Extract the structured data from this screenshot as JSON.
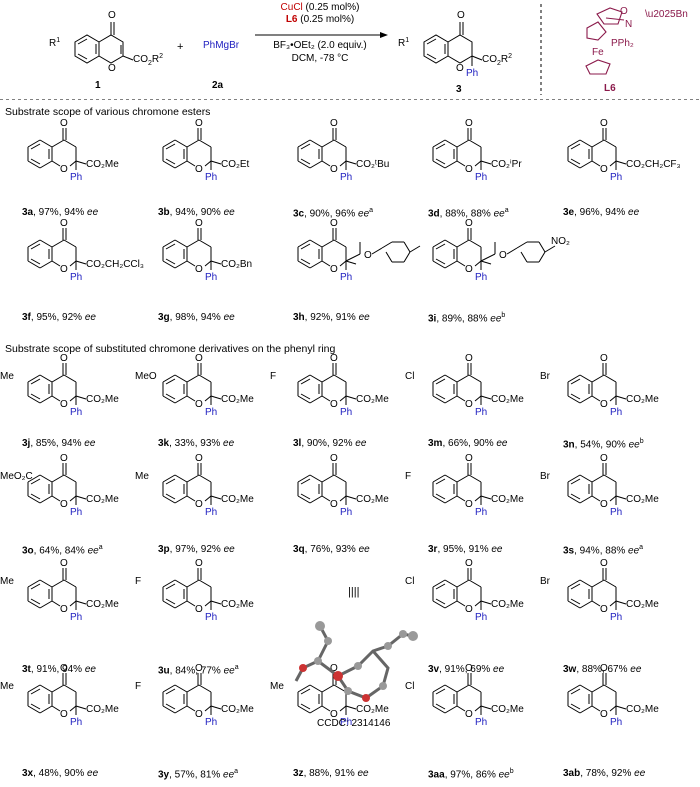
{
  "scheme": {
    "reactant1_label": "1",
    "reactant1_r1": "R",
    "reactant1_sup": "1",
    "reactant1_ester": "CO",
    "reactant1_ester_sub": "2",
    "reactant1_ester_r": "R",
    "reactant1_ester_sup": "2",
    "plus": "+",
    "reagent2": "PhMgBr",
    "reagent2_label": "2a",
    "cond_line1_cat": "CuCl",
    "cond_line1_amt": "(0.25 mol%)",
    "cond_line2_lig": "L6",
    "cond_line2_amt": "(0.25 mol%)",
    "cond_line3": "BF₃•OEt₂ (2.0 equiv.)",
    "cond_line4": "DCM, -78 °C",
    "product_label": "3",
    "product_ph": "Ph",
    "ligand_label": "L6",
    "ligand_bn": "Bn",
    "ligand_pph2": "PPh₂",
    "ligand_fe": "Fe"
  },
  "sections": [
    {
      "title": "Substrate scope of various chromone esters"
    },
    {
      "title": "Substrate scope of substituted chromone derivatives on the phenyl ring"
    }
  ],
  "compounds": [
    {
      "id": "3a",
      "text": ", 97%, 94% ",
      "ee": "ee",
      "sup": "",
      "sub": "",
      "ester": "CO₂Me"
    },
    {
      "id": "3b",
      "text": ", 94%, 90% ",
      "ee": "ee",
      "sup": "",
      "sub": "",
      "ester": "CO₂Et"
    },
    {
      "id": "3c",
      "text": ", 90%, 96% ",
      "ee": "ee",
      "sup": "a",
      "sub": "",
      "ester": "CO₂ᵗBu"
    },
    {
      "id": "3d",
      "text": ", 88%, 88% ",
      "ee": "ee",
      "sup": "a",
      "sub": "",
      "ester": "CO₂ⁱPr"
    },
    {
      "id": "3e",
      "text": ", 96%, 94% ",
      "ee": "ee",
      "sup": "",
      "sub": "",
      "ester": "CO₂CH₂CF₃"
    },
    {
      "id": "3f",
      "text": ", 95%, 92% ",
      "ee": "ee",
      "sup": "",
      "sub": "",
      "ester": "CO₂CH₂CCl₃"
    },
    {
      "id": "3g",
      "text": ", 98%, 94% ",
      "ee": "ee",
      "sup": "",
      "sub": "",
      "ester": "CO₂Bn"
    },
    {
      "id": "3h",
      "text": ", 92%, 91% ",
      "ee": "ee",
      "sup": "",
      "sub": "",
      "ester": ""
    },
    {
      "id": "3i",
      "text": ", 89%, 88% ",
      "ee": "ee",
      "sup": "b",
      "sub": "NO₂",
      "ester": ""
    },
    {
      "id": "3j",
      "text": ", 85%, 94% ",
      "ee": "ee",
      "sup": "",
      "sub": "Me",
      "ester": "CO₂Me"
    },
    {
      "id": "3k",
      "text": ", 33%, 93% ",
      "ee": "ee",
      "sup": "",
      "sub": "MeO",
      "ester": "CO₂Me"
    },
    {
      "id": "3l",
      "text": ", 90%, 92% ",
      "ee": "ee",
      "sup": "",
      "sub": "F",
      "ester": "CO₂Me"
    },
    {
      "id": "3m",
      "text": ", 66%, 90% ",
      "ee": "ee",
      "sup": "",
      "sub": "Cl",
      "ester": "CO₂Me"
    },
    {
      "id": "3n",
      "text": ", 54%, 90% ",
      "ee": "ee",
      "sup": "b",
      "sub": "Br",
      "ester": "CO₂Me"
    },
    {
      "id": "3o",
      "text": ", 64%, 84% ",
      "ee": "ee",
      "sup": "a",
      "sub": "MeO₂C",
      "ester": "CO₂Me"
    },
    {
      "id": "3p",
      "text": ", 97%, 92% ",
      "ee": "ee",
      "sup": "",
      "sub": "Me",
      "ester": "CO₂Me"
    },
    {
      "id": "3q",
      "text": ", 76%, 93% ",
      "ee": "ee",
      "sup": "",
      "sub": "",
      "ester": "CO₂Me"
    },
    {
      "id": "3r",
      "text": ", 95%, 91% ",
      "ee": "ee",
      "sup": "",
      "sub": "F",
      "ester": "CO₂Me"
    },
    {
      "id": "3s",
      "text": ", 94%, 88% ",
      "ee": "ee",
      "sup": "a",
      "sub": "Br",
      "ester": "CO₂Me"
    },
    {
      "id": "3t",
      "text": ", 91%, 94% ",
      "ee": "ee",
      "sup": "",
      "sub": "Me",
      "ester": "CO₂Me"
    },
    {
      "id": "3u",
      "text": ", 84%, 77% ",
      "ee": "ee",
      "sup": "a",
      "sub": "F",
      "ester": "CO₂Me"
    },
    {
      "id": "3v",
      "text": ", 91%, 69% ",
      "ee": "ee",
      "sup": "",
      "sub": "Cl",
      "ester": "CO₂Me"
    },
    {
      "id": "3w",
      "text": ", 88%, 67% ",
      "ee": "ee",
      "sup": "",
      "sub": "Br",
      "ester": "CO₂Me"
    },
    {
      "id": "3x",
      "text": ", 48%, 90% ",
      "ee": "ee",
      "sup": "",
      "sub": "Me",
      "ester": "CO₂Me"
    },
    {
      "id": "3y",
      "text": ", 57%, 81% ",
      "ee": "ee",
      "sup": "a",
      "sub": "F",
      "ester": "CO₂Me"
    },
    {
      "id": "3z",
      "text": ", 88%, 91% ",
      "ee": "ee",
      "sup": "",
      "sub": "Me",
      "ester": "CO₂Me"
    },
    {
      "id": "3aa",
      "text": ", 97%, 86% ",
      "ee": "ee",
      "sup": "b",
      "sub": "Cl",
      "ester": "CO₂Me"
    },
    {
      "id": "3ab",
      "text": ", 78%, 92% ",
      "ee": "ee",
      "sup": "",
      "sub": "",
      "ester": "CO₂Me"
    }
  ],
  "crystal": {
    "caption": "CCDC: 2314146"
  },
  "common": {
    "ph": "Ph",
    "o": "O",
    "me": "Me"
  }
}
